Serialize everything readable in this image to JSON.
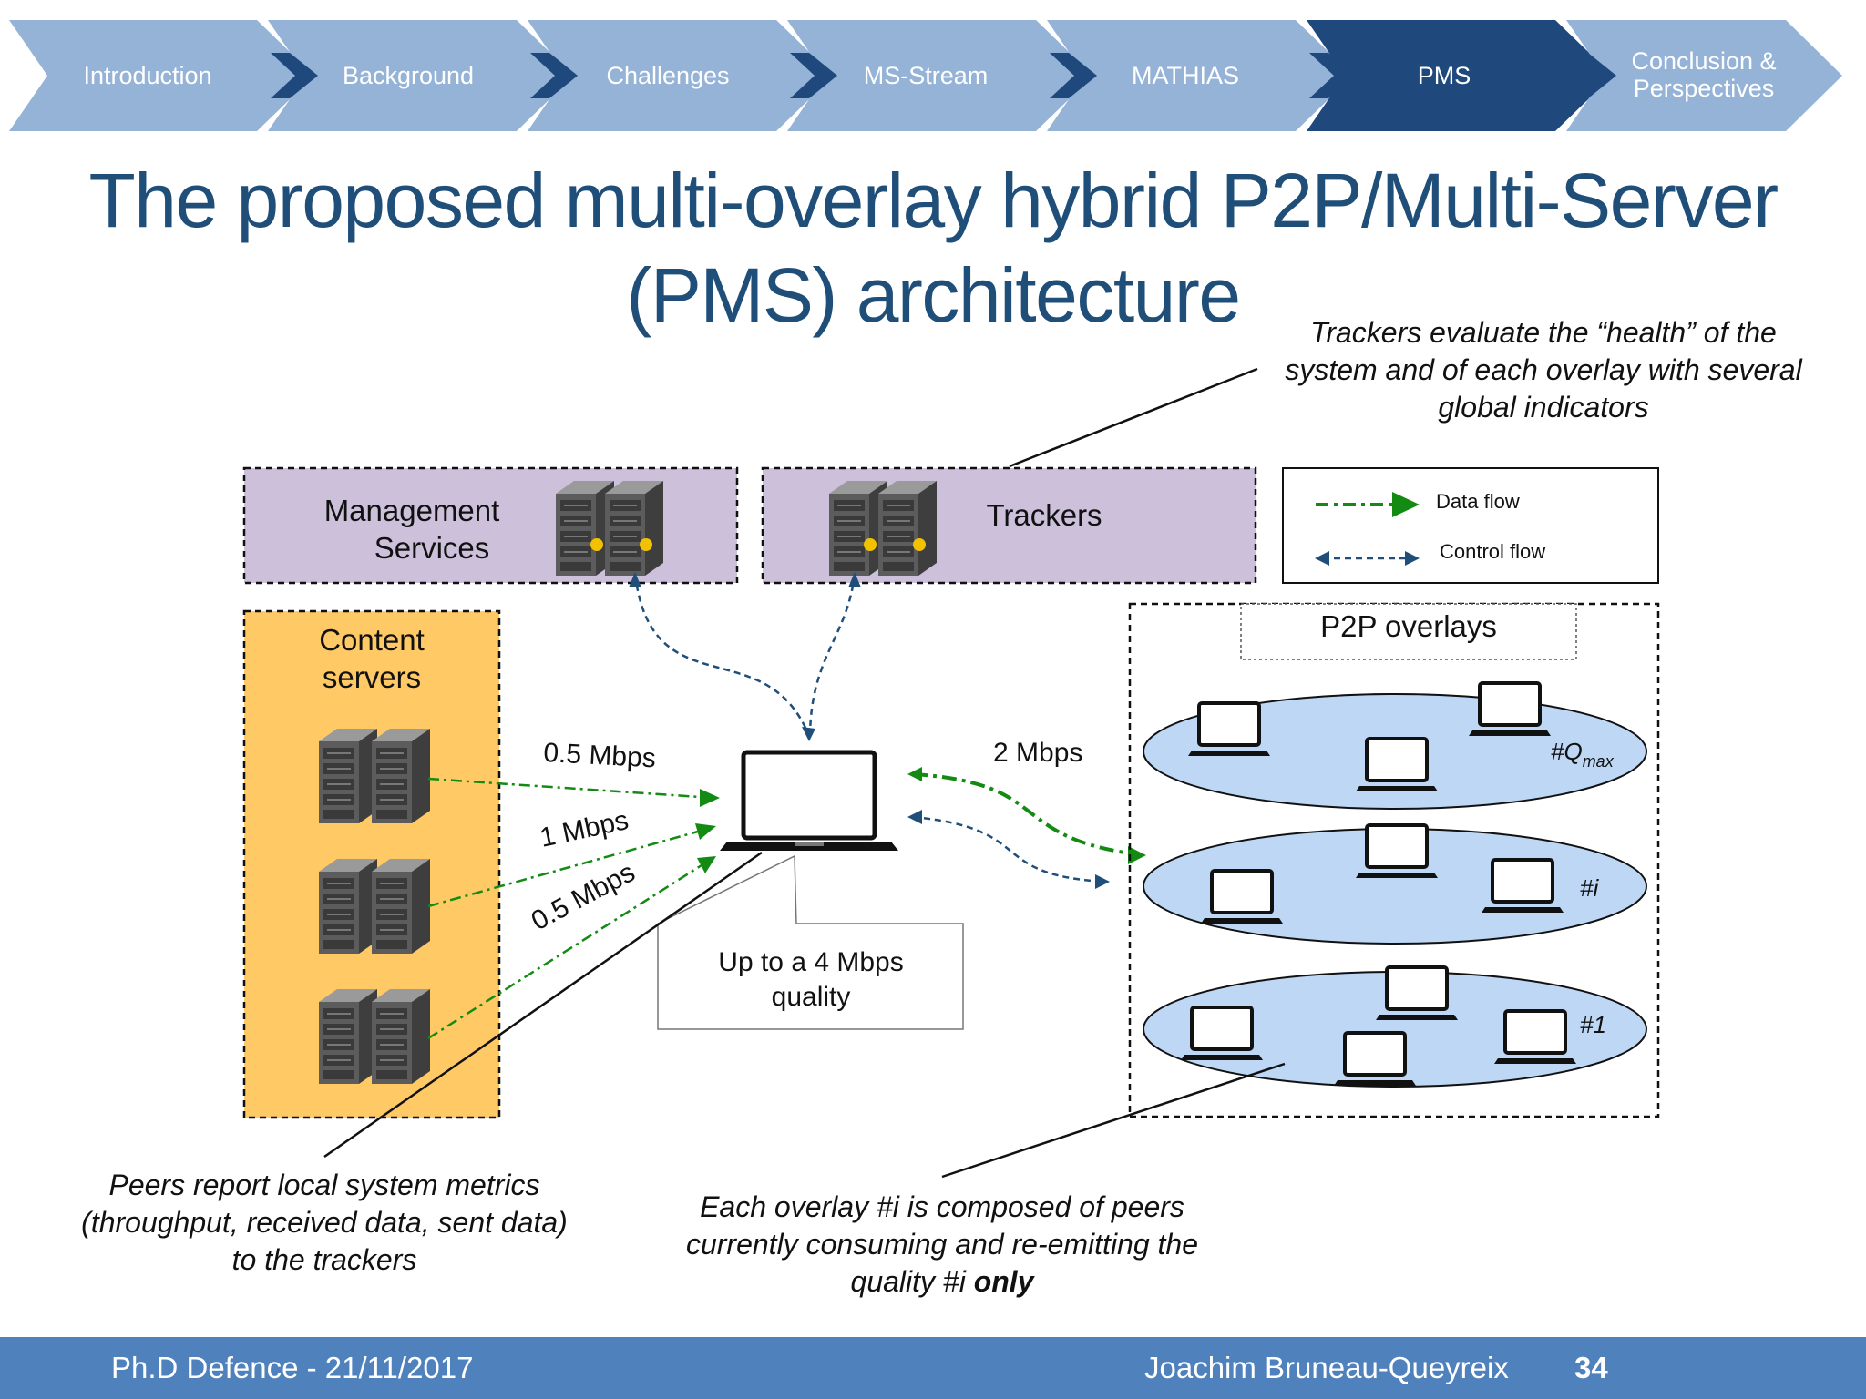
{
  "nav": {
    "items": [
      {
        "label": "Introduction",
        "active": false
      },
      {
        "label": "Background",
        "active": false
      },
      {
        "label": "Challenges",
        "active": false
      },
      {
        "label": "MS-Stream",
        "active": false
      },
      {
        "label": "MATHIAS",
        "active": false
      },
      {
        "label": "PMS",
        "active": true
      },
      {
        "label_line1": "Conclusion &",
        "label_line2": "Perspectives",
        "active": false
      }
    ],
    "colors": {
      "inactive": "#95b3d7",
      "active": "#1f497d",
      "chevron": "#1f497d"
    }
  },
  "title": {
    "line1": "The proposed multi-overlay hybrid P2P/Multi-Server",
    "line2": "(PMS) architecture"
  },
  "diagram": {
    "tracker_note": {
      "line1": "Trackers evaluate the “health” of the",
      "line2": "system and of each overlay with several",
      "line3": "global indicators"
    },
    "management": {
      "line1": "Management",
      "line2": "Services"
    },
    "trackers": {
      "label": "Trackers"
    },
    "legend": {
      "data_flow": "Data flow",
      "control_flow": "Control flow"
    },
    "content_servers": {
      "line1": "Content",
      "line2": "servers"
    },
    "rates": {
      "r1": "0.5 Mbps",
      "r2": "1 Mbps",
      "r3": "0.5 Mbps",
      "p2p": "2 Mbps"
    },
    "quality_box": {
      "line1": "Up to a 4 Mbps",
      "line2": "quality"
    },
    "p2p": {
      "title": "P2P overlays",
      "qmax_prefix": "#Q",
      "qmax_sub": "max",
      "overlay_i": "#i",
      "overlay_1": "#1"
    },
    "peers_note": {
      "line1": "Peers report local system metrics",
      "line2": "(throughput, received data, sent data)",
      "line3": "to the trackers"
    },
    "overlay_note": {
      "line1": "Each overlay #i is composed of peers",
      "line2": "currently consuming and re-emitting the",
      "line3_prefix": "quality #i ",
      "line3_bold": "only"
    },
    "colors": {
      "management_fill": "#ccc0da",
      "servers_fill": "#ffc966",
      "overlay_fill": "#bdd7f5",
      "data_flow": "#138b13",
      "control_flow": "#1f4e79"
    }
  },
  "footer": {
    "left": "Ph.D Defence - 21/11/2017",
    "author": "Joachim Bruneau-Queyreix",
    "page": "34"
  }
}
